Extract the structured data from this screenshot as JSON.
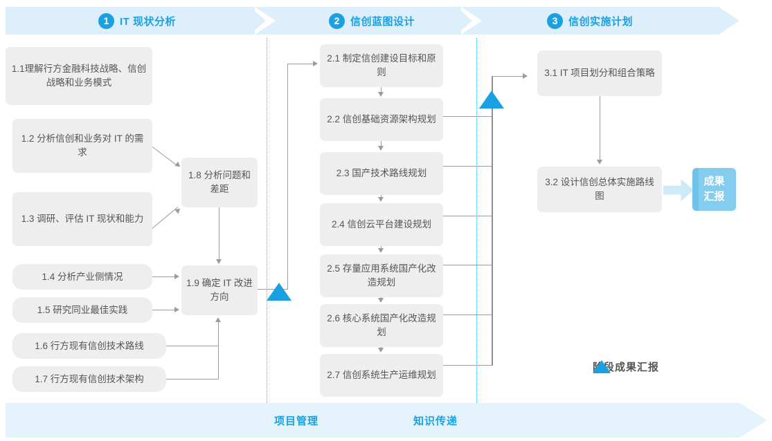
{
  "phases": [
    {
      "num": "1",
      "title": "IT 现状分析"
    },
    {
      "num": "2",
      "title": "信创蓝图设计"
    },
    {
      "num": "3",
      "title": "信创实施计划"
    }
  ],
  "column1": [
    {
      "id": "1.1",
      "text": "1.1理解行方金融科技战略、信创战略和业务模式"
    },
    {
      "id": "1.2",
      "text": "1.2 分析信创和业务对 IT 的需求"
    },
    {
      "id": "1.3",
      "text": "1.3 调研、评估 IT 现状和能力"
    },
    {
      "id": "1.4",
      "text": "1.4 分析产业侧情况"
    },
    {
      "id": "1.5",
      "text": "1.5 研究同业最佳实践"
    },
    {
      "id": "1.6",
      "text": "1.6 行方现有信创技术路线"
    },
    {
      "id": "1.7",
      "text": "1.7 行方现有信创技术架构"
    },
    {
      "id": "1.8",
      "text": "1.8 分析问题和差距"
    },
    {
      "id": "1.9",
      "text": "1.9 确定 IT 改进方向"
    }
  ],
  "column2": [
    {
      "id": "2.1",
      "text": "2.1 制定信创建设目标和原则"
    },
    {
      "id": "2.2",
      "text": "2.2 信创基础资源架构规划"
    },
    {
      "id": "2.3",
      "text": "2.3 国产技术路线规划"
    },
    {
      "id": "2.4",
      "text": "2.4 信创云平台建设规划"
    },
    {
      "id": "2.5",
      "text": "2.5 存量应用系统国产化改造规划"
    },
    {
      "id": "2.6",
      "text": "2.6 核心系统国产化改造规划"
    },
    {
      "id": "2.7",
      "text": "2.7 信创系统生产运维规划"
    }
  ],
  "column3": [
    {
      "id": "3.1",
      "text": "3.1 IT 项目划分和组合策略"
    },
    {
      "id": "3.2",
      "text": "3.2 设计信创总体实施路线图"
    }
  ],
  "result_badge": {
    "line1": "成果",
    "line2": "汇报"
  },
  "legend": {
    "label": "阶段成果汇报"
  },
  "bottom_band": {
    "item1": "项目管理",
    "item2": "知识传递"
  },
  "colors": {
    "accent": "#1ba1e2",
    "band": "#ddeffb",
    "box": "#eeeeee",
    "connector": "#9b9b9b",
    "badge": "#84cdee",
    "bottom_band": "#e4f3fb",
    "divider": "#3fb6e8"
  }
}
